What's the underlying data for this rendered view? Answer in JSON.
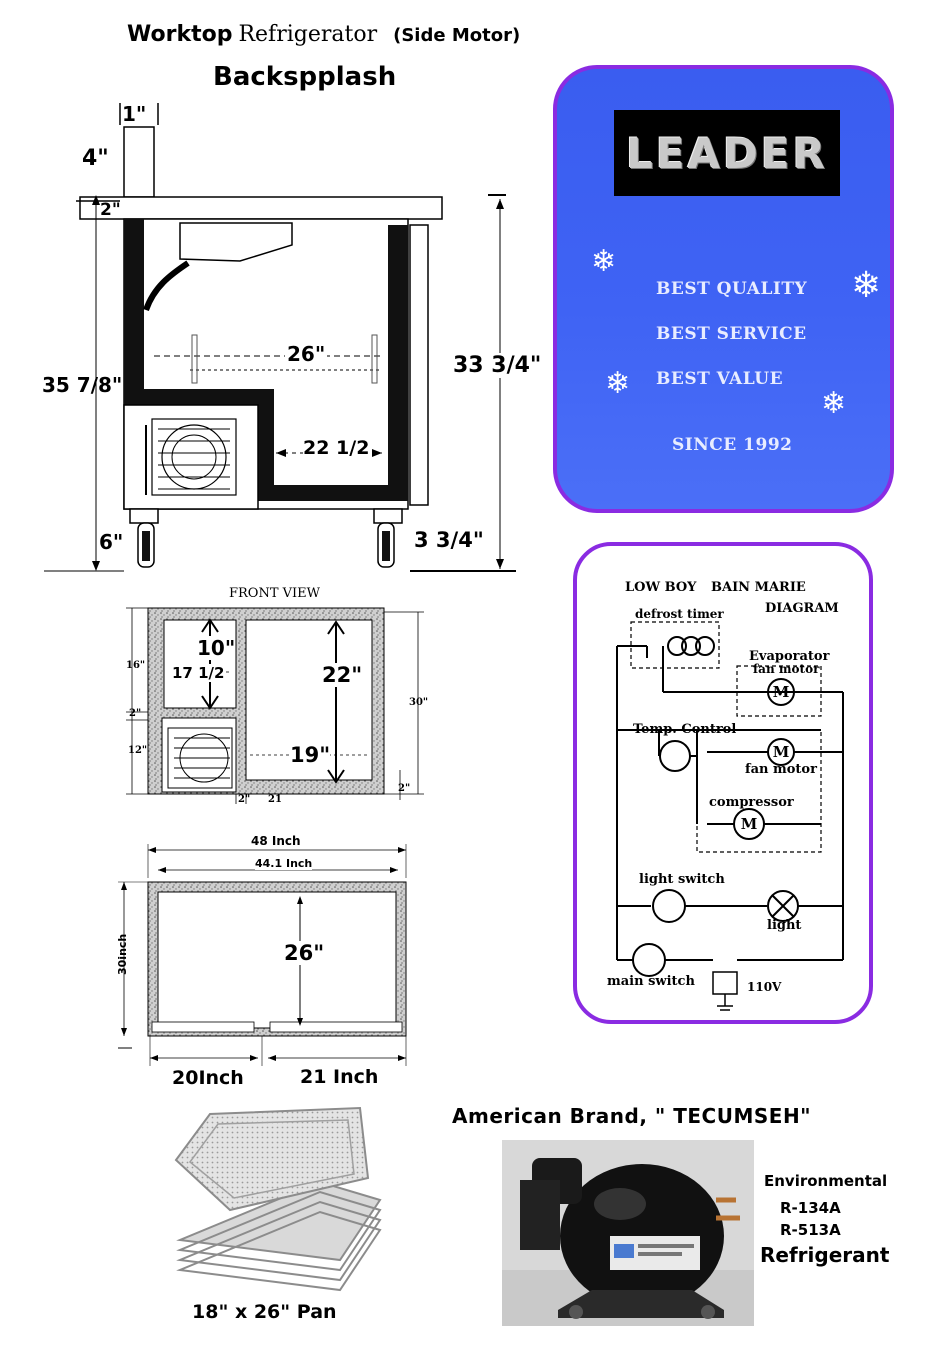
{
  "header": {
    "title_bold": "Worktop",
    "title_serif": "Refrigerator",
    "title_note": "(Side Motor)",
    "backsplash": "Backspplash"
  },
  "side_view": {
    "dims": {
      "backsplash_width": "1\"",
      "backsplash_height": "4\"",
      "top_thickness": "2\"",
      "total_height": "35 7/8\"",
      "inner_width": "26\"",
      "inner_depth": "22 1/2",
      "cabinet_height": "33 3/4\"",
      "caster_height": "6\"",
      "door_offset": "3 3/4\""
    }
  },
  "front_view": {
    "title": "FRONT VIEW",
    "dims": {
      "upper_left_height": "16\"",
      "upper_left_clear": "10\"",
      "left_width": "17 1/2",
      "right_height": "22\"",
      "total_height": "30\"",
      "divider": "2\"",
      "lower_left_height": "12\"",
      "right_width": "19\"",
      "bottom_gap": "2\"",
      "bottom_a": "2\"",
      "bottom_b": "21"
    }
  },
  "top_view": {
    "dims": {
      "outer_width": "48 Inch",
      "inner_width": "44.1 Inch",
      "depth": "30inch",
      "inner_depth": "26\"",
      "left_section": "20Inch",
      "right_section": "21 Inch"
    }
  },
  "leader_card": {
    "logo": "LEADER",
    "lines": [
      "BEST QUALITY",
      "BEST SERVICE",
      "BEST VALUE",
      "SINCE 1992"
    ]
  },
  "wiring_card": {
    "title_a": "LOW BOY",
    "title_b": "BAIN MARIE",
    "title_c": "DIAGRAM",
    "labels": {
      "defrost": "defrost timer",
      "evaporator_a": "Evaporator",
      "evaporator_b": "fan motor",
      "temp": "Temp. Control",
      "fan": "fan motor",
      "compressor": "compressor",
      "light_switch": "light switch",
      "light": "light",
      "main_switch": "main switch",
      "voltage": "110V",
      "motor_symbol": "M"
    }
  },
  "pan": {
    "caption": "18\" x 26\" Pan"
  },
  "compressor": {
    "brand": "American Brand, \" TECUMSEH\"",
    "env": "Environmental",
    "ref1": "R-134A",
    "ref2": "R-513A",
    "refrigerant": "Refrigerant"
  },
  "colors": {
    "card_border": "#8a2be2",
    "card_blue": "#3f63f4",
    "card_text": "#e8ecff"
  }
}
